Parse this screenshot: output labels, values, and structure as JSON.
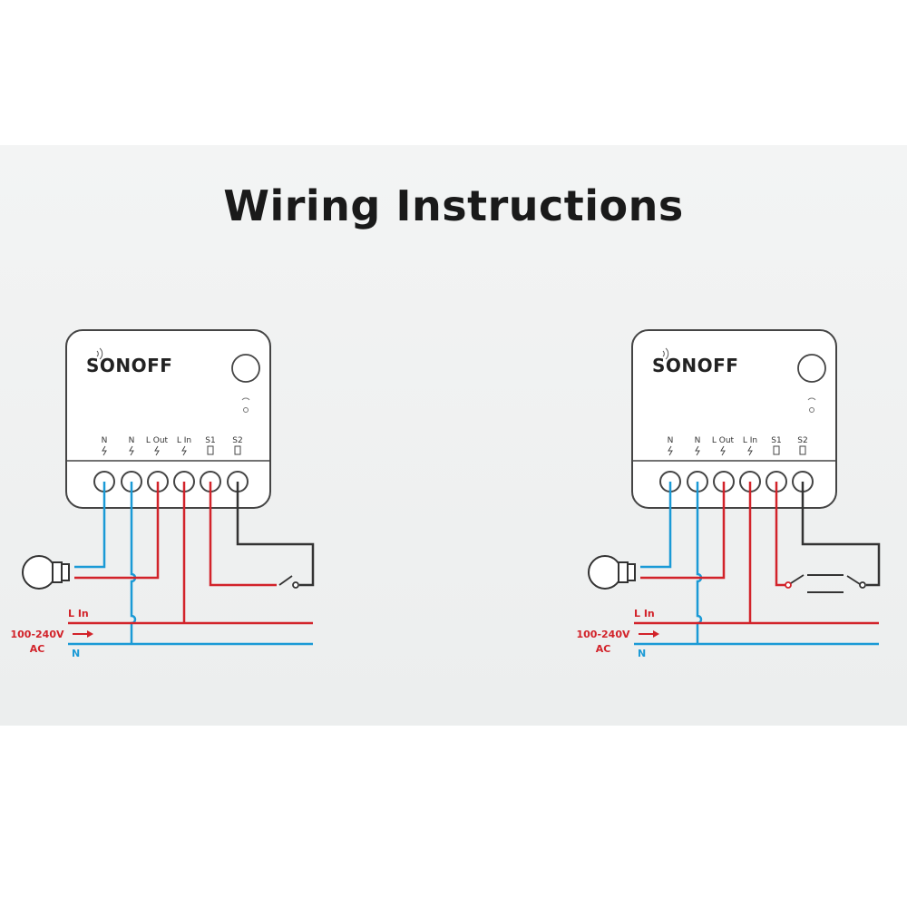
{
  "title": "Wiring Instructions",
  "colors": {
    "live": "#d2232a",
    "neutral": "#1a9ad6",
    "switch_wire": "#333333",
    "device_stroke": "#444444"
  },
  "brand": "SONOFF",
  "terminals": [
    "N",
    "N",
    "L Out",
    "L In",
    "S1",
    "S2"
  ],
  "supply": {
    "voltage": "100-240V",
    "ac": "AC",
    "live_label": "L In",
    "neutral_label": "N"
  },
  "diagrams": [
    {
      "id": "single-switch"
    },
    {
      "id": "two-way-switch"
    }
  ]
}
